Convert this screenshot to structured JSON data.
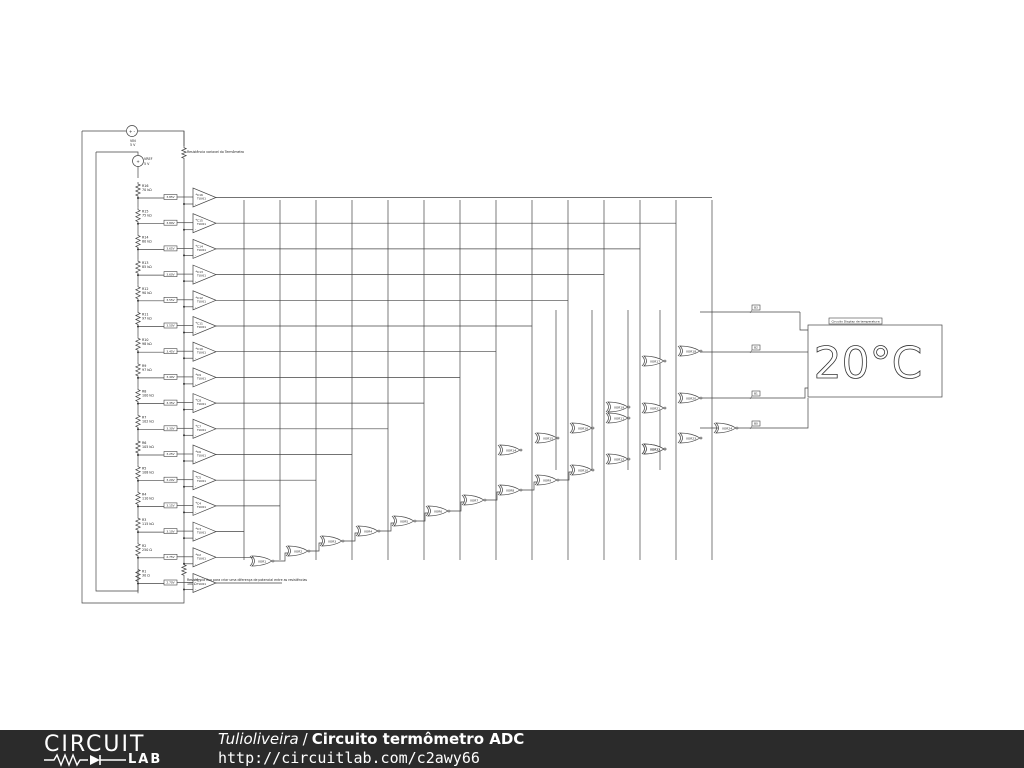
{
  "footer": {
    "logo_top": "CIRCUIT",
    "logo_bottom": "LAB",
    "author": "Tulioliveira",
    "separator": "/",
    "title": "Circuito termômetro ADC",
    "url": "http://circuitlab.com/c2awy66"
  },
  "schematic": {
    "vin_name": "VIN",
    "vin_value": "5 V",
    "vref_name": "VREF",
    "vref_value": "5 V",
    "top_resistor_label": "Resistência variavel do Termômetro",
    "bottom_resistor_label": "Resistência fixa para criar uma diferença de potencial entre as resistências",
    "bottom_resistor_value": "100 Ω",
    "resistors": [
      {
        "name": "R16",
        "value": "70 kΩ"
      },
      {
        "name": "R15",
        "value": "75 kΩ"
      },
      {
        "name": "R14",
        "value": "80 kΩ"
      },
      {
        "name": "R13",
        "value": "85 kΩ"
      },
      {
        "name": "R12",
        "value": "90 kΩ"
      },
      {
        "name": "R11",
        "value": "97 kΩ"
      },
      {
        "name": "R10",
        "value": "98 kΩ"
      },
      {
        "name": "R9",
        "value": "97 kΩ"
      },
      {
        "name": "R8",
        "value": "100 kΩ"
      },
      {
        "name": "R7",
        "value": "102 kΩ"
      },
      {
        "name": "R6",
        "value": "105 kΩ"
      },
      {
        "name": "R5",
        "value": "108 kΩ"
      },
      {
        "name": "R4",
        "value": "110 kΩ"
      },
      {
        "name": "R3",
        "value": "115 kΩ"
      },
      {
        "name": "R2",
        "value": "250 Ω"
      },
      {
        "name": "R1",
        "value": "30 Ω"
      }
    ],
    "voltage_tags": [
      "3.85V",
      "3.80V",
      "3.65V",
      "3.60V",
      "3.55V",
      "3.50V",
      "3.45V",
      "3.40V",
      "3.35V",
      "3.30V",
      "3.25V",
      "3.20V",
      "3.15V",
      "3.10V",
      "2.75V",
      "2.70V"
    ],
    "comparators": [
      {
        "name": "C16",
        "type": "TLV61"
      },
      {
        "name": "C15",
        "type": "TLV61"
      },
      {
        "name": "C14",
        "type": "TLV61"
      },
      {
        "name": "C13",
        "type": "TLV61"
      },
      {
        "name": "C12",
        "type": "TLV61"
      },
      {
        "name": "C11",
        "type": "TLV61"
      },
      {
        "name": "C10",
        "type": "TLV61"
      },
      {
        "name": "C9",
        "type": "TLV61"
      },
      {
        "name": "C8",
        "type": "TLV61"
      },
      {
        "name": "C7",
        "type": "TLV61"
      },
      {
        "name": "C6",
        "type": "TLV61"
      },
      {
        "name": "C5",
        "type": "TLV61"
      },
      {
        "name": "C4",
        "type": "TLV61"
      },
      {
        "name": "C3",
        "type": "TLV61"
      },
      {
        "name": "C2",
        "type": "TLV61"
      },
      {
        "name": "C1",
        "type": "TLV61"
      }
    ],
    "gates_row1": [
      "XOR1",
      "XOR2",
      "XOR3",
      "XOR4",
      "XOR5",
      "XOR6",
      "XOR7",
      "XOR8",
      "XOR9",
      "XOR10"
    ],
    "gates_row2": [
      "XOR14",
      "XOR15",
      "XOR16",
      "XOR11",
      "XOR12",
      "XOR13"
    ],
    "gates_row3": [
      "XOR17",
      "XOR18",
      "XOR19",
      "XOR20",
      "XOR21",
      "XOR22",
      "XOR23",
      "XOR24"
    ],
    "output_tags": [
      "B3",
      "B2",
      "B1",
      "B0"
    ],
    "display_label": "Circuito Display de temperatura",
    "display_value": "20°C"
  }
}
